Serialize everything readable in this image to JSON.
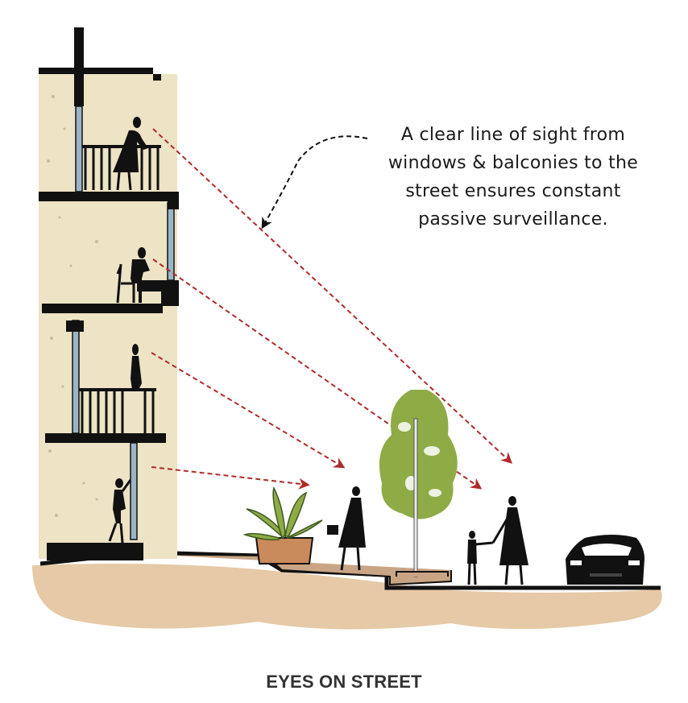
{
  "annotation": {
    "lines": [
      "A clear line of sight from",
      "windows & balconies to the",
      "street ensures constant",
      "passive surveillance."
    ]
  },
  "caption": "EYES ON STREET",
  "colors": {
    "wall": "#ede3c5",
    "structure": "#111111",
    "glass": "#9bb4c7",
    "sightline": "#b02a2a",
    "ground": "#e6c9a6",
    "soil": "#c9a585",
    "tree": "#8fab46",
    "planter": "#c98a5c"
  },
  "icons": [
    "balcony-icon",
    "person-silhouette-icon",
    "tree-icon",
    "potted-plant-icon",
    "car-icon",
    "dashed-arrow-icon"
  ]
}
